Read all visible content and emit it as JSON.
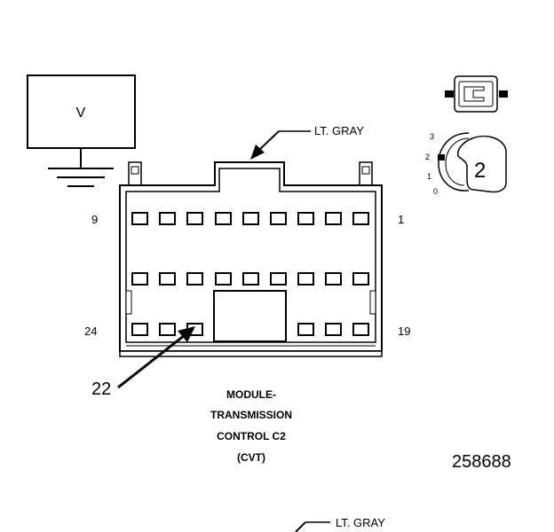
{
  "meter": {
    "label": "V"
  },
  "wire_color_callout": "LT. GRAY",
  "wire_color_callout_bottom": "LT. GRAY",
  "pin_labels": {
    "top_left": "9",
    "top_right": "1",
    "bottom_left": "24",
    "bottom_right": "19",
    "pointer": "22"
  },
  "caption": {
    "line1": "MODULE-",
    "line2": "TRANSMISSION",
    "line3": "CONTROL C2",
    "line4": "(CVT)"
  },
  "view_indicator": {
    "number": "2",
    "scale_labels": [
      "3",
      "2",
      "1",
      "0"
    ]
  },
  "figure_number": "258688"
}
